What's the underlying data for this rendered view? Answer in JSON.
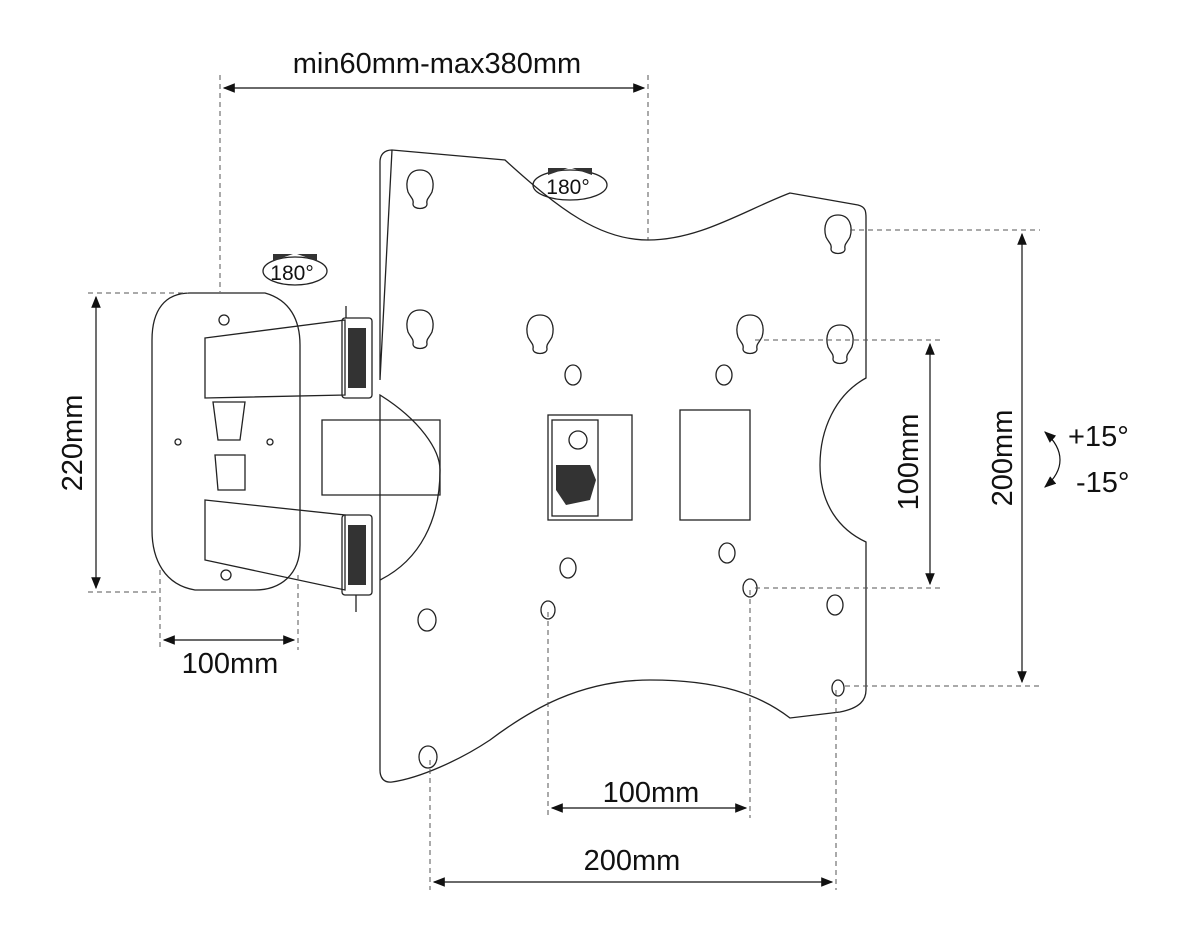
{
  "diagram": {
    "colors": {
      "line": "#222222",
      "background": "#ffffff"
    },
    "labels": {
      "extension": "min60mm-max380mm",
      "wall_plate_height": "220mm",
      "wall_plate_width": "100mm",
      "vesa_inner_height": "100mm",
      "vesa_outer_height": "200mm",
      "vesa_inner_width": "100mm",
      "vesa_outer_width": "200mm",
      "tilt_up": "+15°",
      "tilt_down": "-15°",
      "swivel_plate": "180°",
      "swivel_arm": "180°"
    }
  }
}
